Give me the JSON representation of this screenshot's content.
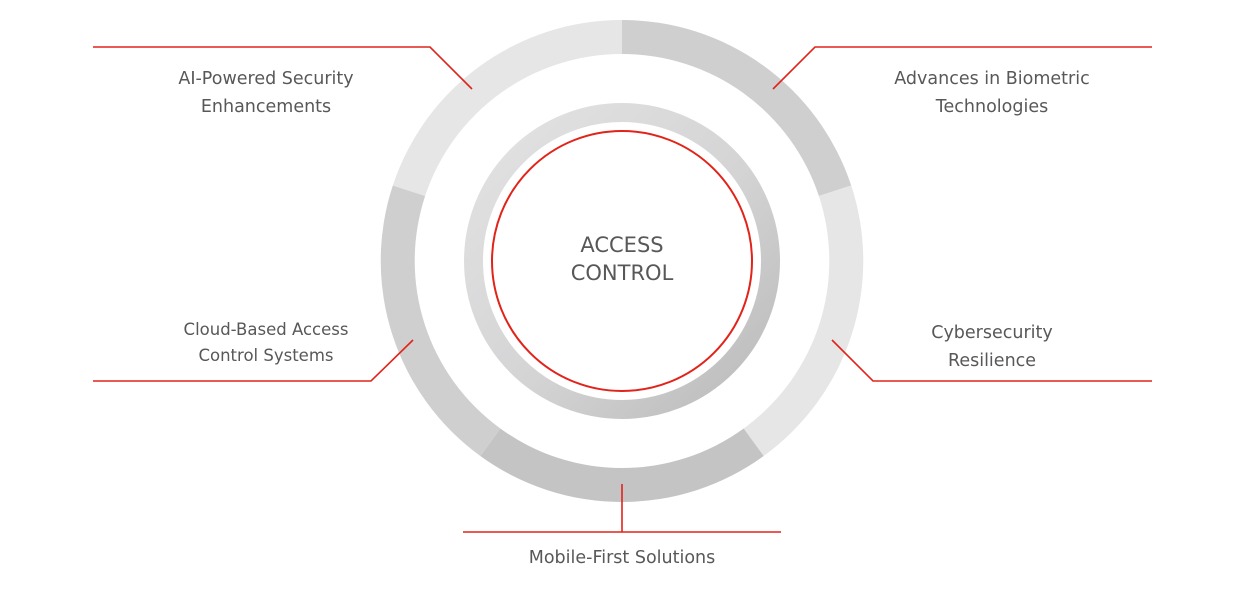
{
  "center": {
    "line1": "ACCESS",
    "line2": "CONTROL"
  },
  "topics": [
    {
      "line1": "AI-Powered Security",
      "line2": "Enhancements"
    },
    {
      "line1": "Advances in Biometric",
      "line2": "Technologies"
    },
    {
      "line1": "Cybersecurity",
      "line2": "Resilience"
    },
    {
      "line1": "Mobile-First Solutions",
      "line2": ""
    },
    {
      "line1": "Cloud-Based Access",
      "line2": "Control Systems"
    }
  ],
  "colors": {
    "accent": "#e2231a",
    "text": "#58585a",
    "segment_light": "#e6e6e7",
    "segment_mid": "#cfcfd0",
    "segment_dark": "#bdbdbe"
  }
}
